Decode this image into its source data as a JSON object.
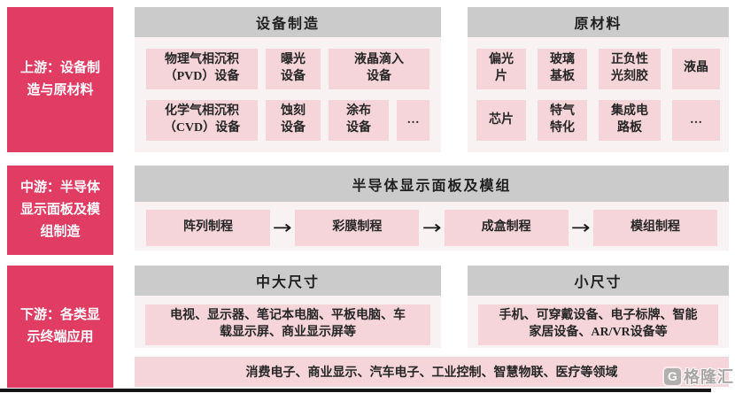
{
  "colors": {
    "stage_magenta": "#e13c63",
    "header_gray": "#cbcbcb",
    "item_pink": "#f5d5da",
    "group_bg": "#f8f2f3",
    "text_dark": "#262626"
  },
  "icons": {
    "arrow_right": "→"
  },
  "stages": [
    {
      "label": "上游：设备制\n造与原材料"
    },
    {
      "label": "中游：半导体\n显示面板及模\n组制造"
    },
    {
      "label": "下游：各类显\n示终端应用"
    }
  ],
  "upstream": {
    "equipment": {
      "title": "设备制造",
      "row1": [
        "物理气相沉积\n（PVD）设备",
        "曝光\n设备",
        "液晶滴入\n设备"
      ],
      "row2": [
        "化学气相沉积\n（CVD）设备",
        "蚀刻\n设备",
        "涂布\n设备",
        "…"
      ]
    },
    "materials": {
      "title": "原材料",
      "row1": [
        "偏光\n片",
        "玻璃\n基板",
        "正负性\n光刻胶",
        "液晶"
      ],
      "row2": [
        "芯片",
        "特气\n特化",
        "集成电\n路板",
        "…"
      ]
    }
  },
  "midstream": {
    "title": "半导体显示面板及模组",
    "steps": [
      "阵列制程",
      "彩膜制程",
      "成盒制程",
      "模组制程"
    ]
  },
  "downstream": {
    "medium_large": {
      "title": "中大尺寸",
      "item": "电视、显示器、笔记本电脑、平板电脑、车\n载显示屏、商业显示屏等"
    },
    "small": {
      "title": "小尺寸",
      "item": "手机、可穿戴设备、电子标牌、智能\n家居设备、AR/VR设备等"
    },
    "fields": "消费电子、商业显示、汽车电子、工业控制、智慧物联、医疗等领域"
  },
  "watermark": {
    "icon": "G",
    "brand": "格隆汇"
  }
}
